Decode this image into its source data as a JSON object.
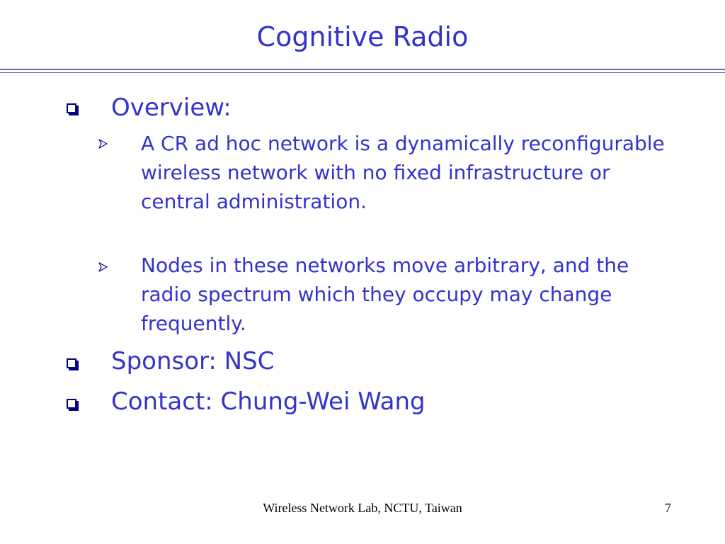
{
  "slide": {
    "title": "Cognitive Radio",
    "bullets": [
      {
        "text": "Overview:",
        "icon": "square-bullet-icon",
        "sub_bullets": [
          {
            "text": "A CR ad hoc network is a dynamically reconfigurable wireless network with no fixed infrastructure or central administration.",
            "icon": "arrow-bullet-icon"
          },
          {
            "text": "Nodes in these networks move arbitrary, and the radio spectrum which they occupy may change frequently.",
            "icon": "arrow-bullet-icon"
          }
        ]
      },
      {
        "text": "Sponsor: NSC",
        "icon": "square-bullet-icon"
      },
      {
        "text": "Contact: Chung-Wei Wang",
        "icon": "square-bullet-icon"
      }
    ]
  },
  "footer": {
    "text": "Wireless Network Lab, NCTU, Taiwan",
    "page_number": "7"
  },
  "colors": {
    "text": "#3333cc",
    "bullet": "#000080",
    "rule": "#6a6ab0"
  }
}
